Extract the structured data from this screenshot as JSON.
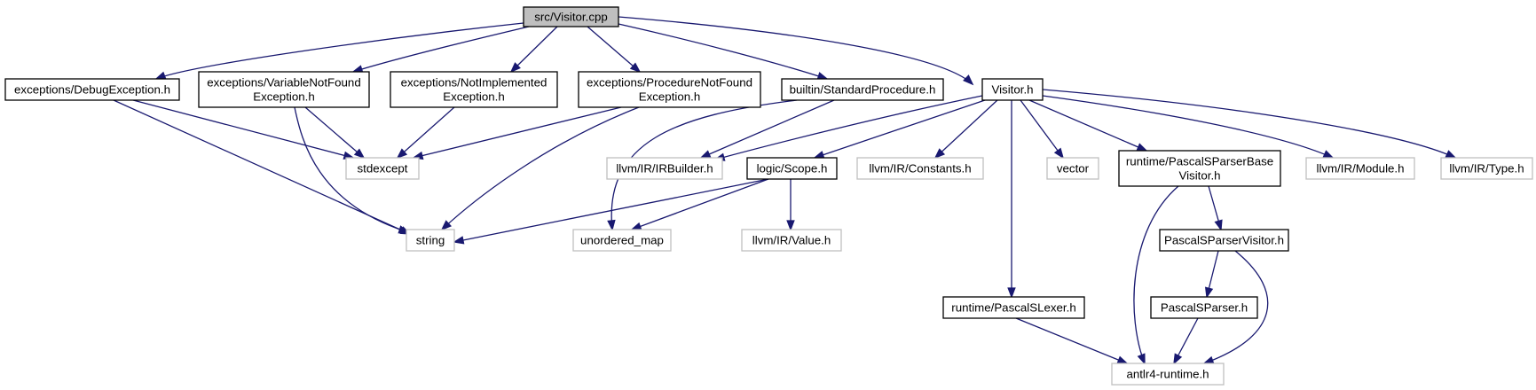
{
  "colors": {
    "root_fill": "#bfbfbf",
    "root_border": "#000000",
    "node_fill": "#ffffff",
    "node_border": "#000000",
    "external_border": "#bfbfbf",
    "external_text": "#3f3f3f",
    "edge": "#191970"
  },
  "nodes": [
    {
      "id": "visitor_cpp",
      "kind": "root",
      "lines": [
        "src/Visitor.cpp"
      ]
    },
    {
      "id": "debug_exception",
      "kind": "file",
      "lines": [
        "exceptions/DebugException.h"
      ]
    },
    {
      "id": "variable_not_found",
      "kind": "file",
      "lines": [
        "exceptions/VariableNotFound",
        "Exception.h"
      ]
    },
    {
      "id": "not_implemented",
      "kind": "file",
      "lines": [
        "exceptions/NotImplemented",
        "Exception.h"
      ]
    },
    {
      "id": "procedure_not_found",
      "kind": "file",
      "lines": [
        "exceptions/ProcedureNotFound",
        "Exception.h"
      ]
    },
    {
      "id": "standard_procedure",
      "kind": "file",
      "lines": [
        "builtin/StandardProcedure.h"
      ]
    },
    {
      "id": "visitor_h",
      "kind": "file",
      "lines": [
        "Visitor.h"
      ]
    },
    {
      "id": "stdexcept",
      "kind": "external",
      "lines": [
        "stdexcept"
      ]
    },
    {
      "id": "string",
      "kind": "external",
      "lines": [
        "string"
      ]
    },
    {
      "id": "unordered_map",
      "kind": "external",
      "lines": [
        "unordered_map"
      ]
    },
    {
      "id": "irbuilder",
      "kind": "external",
      "lines": [
        "llvm/IR/IRBuilder.h"
      ]
    },
    {
      "id": "scope",
      "kind": "file",
      "lines": [
        "logic/Scope.h"
      ]
    },
    {
      "id": "constants",
      "kind": "external",
      "lines": [
        "llvm/IR/Constants.h"
      ]
    },
    {
      "id": "vector",
      "kind": "external",
      "lines": [
        "vector"
      ]
    },
    {
      "id": "base_visitor",
      "kind": "file",
      "lines": [
        "runtime/PascalSParserBase",
        "Visitor.h"
      ]
    },
    {
      "id": "module",
      "kind": "external",
      "lines": [
        "llvm/IR/Module.h"
      ]
    },
    {
      "id": "type",
      "kind": "external",
      "lines": [
        "llvm/IR/Type.h"
      ]
    },
    {
      "id": "value",
      "kind": "external",
      "lines": [
        "llvm/IR/Value.h"
      ]
    },
    {
      "id": "parser_visitor",
      "kind": "file",
      "lines": [
        "PascalSParserVisitor.h"
      ]
    },
    {
      "id": "lexer",
      "kind": "file",
      "lines": [
        "runtime/PascalSLexer.h"
      ]
    },
    {
      "id": "parser",
      "kind": "file",
      "lines": [
        "PascalSParser.h"
      ]
    },
    {
      "id": "antlr",
      "kind": "external",
      "lines": [
        "antlr4-runtime.h"
      ]
    }
  ],
  "edges": [
    {
      "from": "visitor_cpp",
      "to": "debug_exception"
    },
    {
      "from": "visitor_cpp",
      "to": "variable_not_found"
    },
    {
      "from": "visitor_cpp",
      "to": "not_implemented"
    },
    {
      "from": "visitor_cpp",
      "to": "procedure_not_found"
    },
    {
      "from": "visitor_cpp",
      "to": "standard_procedure"
    },
    {
      "from": "visitor_cpp",
      "to": "visitor_h"
    },
    {
      "from": "debug_exception",
      "to": "stdexcept"
    },
    {
      "from": "debug_exception",
      "to": "string"
    },
    {
      "from": "variable_not_found",
      "to": "stdexcept"
    },
    {
      "from": "variable_not_found",
      "to": "string"
    },
    {
      "from": "not_implemented",
      "to": "stdexcept"
    },
    {
      "from": "procedure_not_found",
      "to": "stdexcept"
    },
    {
      "from": "procedure_not_found",
      "to": "string"
    },
    {
      "from": "standard_procedure",
      "to": "irbuilder"
    },
    {
      "from": "standard_procedure",
      "to": "unordered_map"
    },
    {
      "from": "visitor_h",
      "to": "irbuilder"
    },
    {
      "from": "visitor_h",
      "to": "scope"
    },
    {
      "from": "visitor_h",
      "to": "constants"
    },
    {
      "from": "visitor_h",
      "to": "vector"
    },
    {
      "from": "visitor_h",
      "to": "base_visitor"
    },
    {
      "from": "visitor_h",
      "to": "module"
    },
    {
      "from": "visitor_h",
      "to": "type"
    },
    {
      "from": "visitor_h",
      "to": "lexer"
    },
    {
      "from": "scope",
      "to": "string"
    },
    {
      "from": "scope",
      "to": "unordered_map"
    },
    {
      "from": "scope",
      "to": "value"
    },
    {
      "from": "base_visitor",
      "to": "parser_visitor"
    },
    {
      "from": "base_visitor",
      "to": "antlr"
    },
    {
      "from": "parser_visitor",
      "to": "parser"
    },
    {
      "from": "parser_visitor",
      "to": "antlr"
    },
    {
      "from": "lexer",
      "to": "antlr"
    },
    {
      "from": "parser",
      "to": "antlr"
    }
  ]
}
